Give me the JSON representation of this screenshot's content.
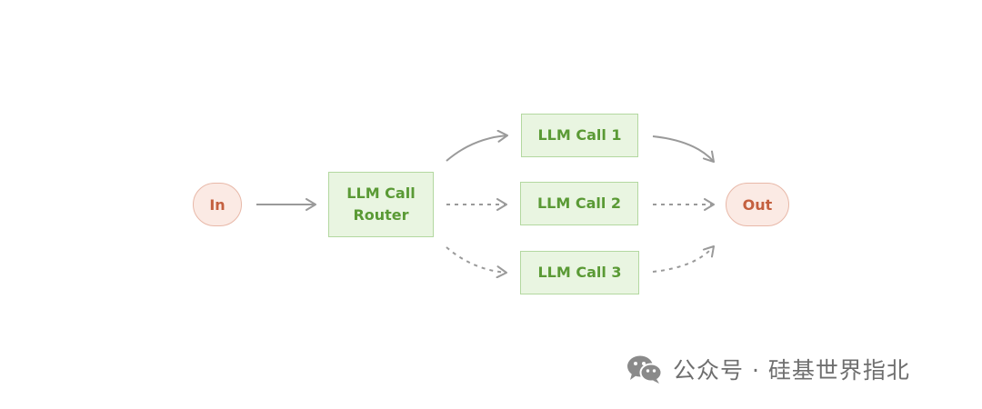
{
  "diagram": {
    "nodes": {
      "input": "In",
      "router": "LLM Call\nRouter",
      "call1": "LLM Call 1",
      "call2": "LLM Call 2",
      "call3": "LLM Call 3",
      "output": "Out"
    },
    "colors": {
      "terminal_fill": "#fbeae4",
      "terminal_border": "#e8b8a8",
      "terminal_text": "#c4603f",
      "llm_fill": "#e9f5e1",
      "llm_border": "#b3d8a0",
      "llm_text": "#5a9a35",
      "arrow": "#9a9a9a"
    },
    "edges": [
      {
        "from": "In",
        "to": "LLM Call Router",
        "style": "solid"
      },
      {
        "from": "LLM Call Router",
        "to": "LLM Call 1",
        "style": "solid"
      },
      {
        "from": "LLM Call Router",
        "to": "LLM Call 2",
        "style": "dashed"
      },
      {
        "from": "LLM Call Router",
        "to": "LLM Call 3",
        "style": "dashed"
      },
      {
        "from": "LLM Call 1",
        "to": "Out",
        "style": "solid"
      },
      {
        "from": "LLM Call 2",
        "to": "Out",
        "style": "dashed"
      },
      {
        "from": "LLM Call 3",
        "to": "Out",
        "style": "dashed"
      }
    ]
  },
  "watermark": {
    "icon": "wechat-icon",
    "text": "公众号 · 硅基世界指北"
  }
}
